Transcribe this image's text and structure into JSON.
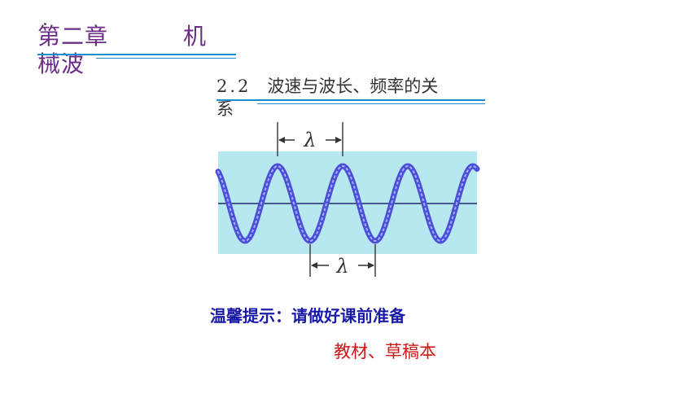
{
  "header": {
    "chapter_title": "第二章",
    "chapter_title_end": "机",
    "chapter_subtitle": "械波"
  },
  "section": {
    "number": "2.2",
    "title": "波速与波长、频率的关",
    "title_overflow": "系"
  },
  "figure": {
    "wavelength_label_top": "λ",
    "wavelength_label_bottom": "λ",
    "colors": {
      "background": "#b8e8ef",
      "wave": "#4b4fd8",
      "axis": "#1f2a6b"
    }
  },
  "notice": {
    "tip": "温馨提示：请做好课前准备",
    "materials": "教材、草稿本"
  }
}
